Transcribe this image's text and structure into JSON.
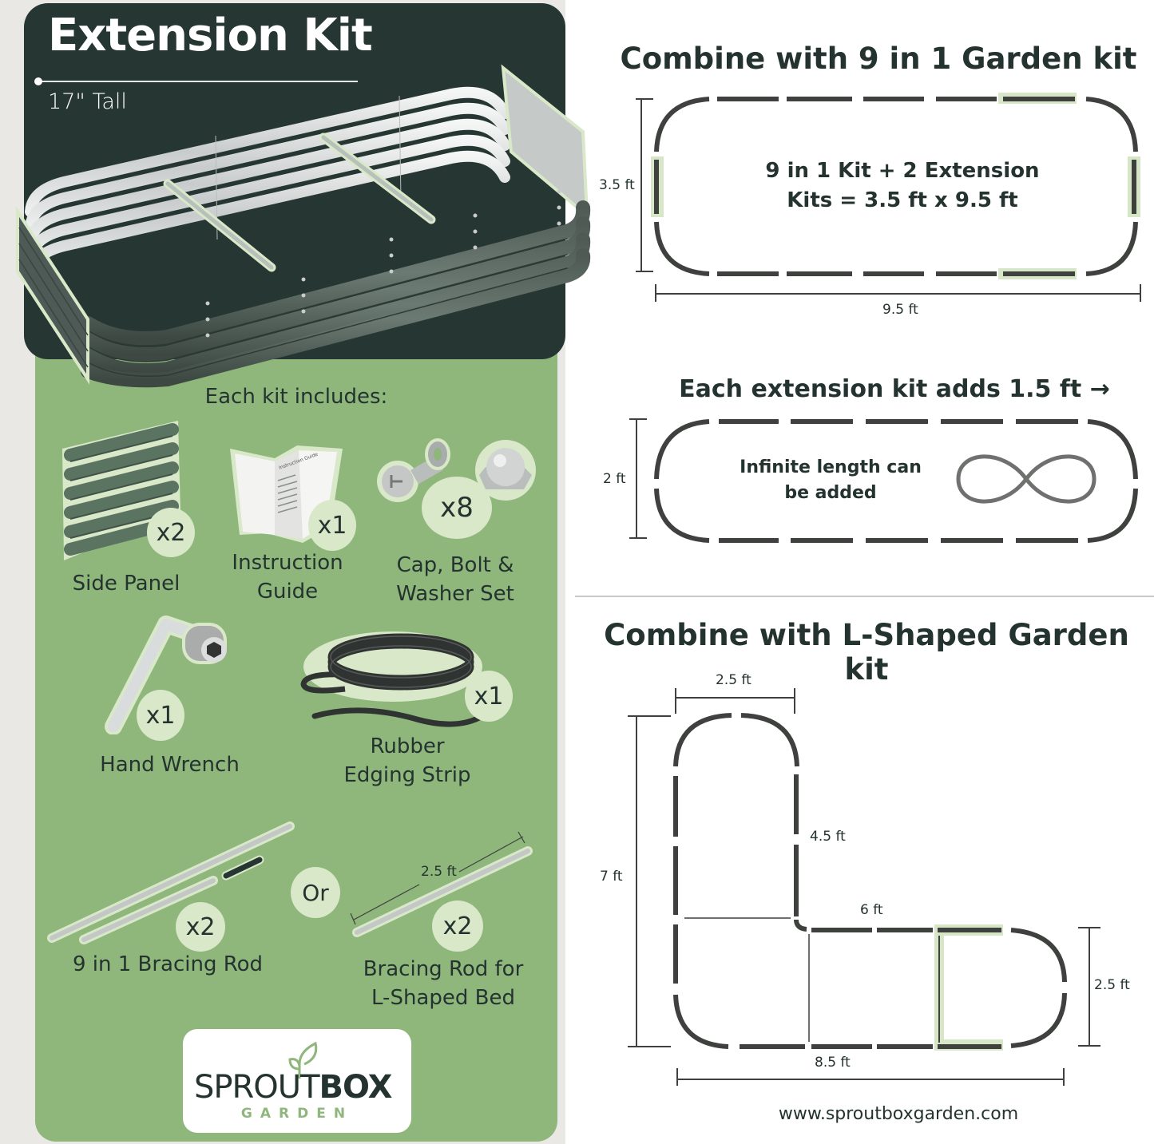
{
  "hero": {
    "title": "Extension Kit",
    "subtitle": "17\" Tall"
  },
  "includes": {
    "heading": "Each kit includes:",
    "items": [
      {
        "label_line1": "Side Panel",
        "label_line2": "",
        "qty": "x2",
        "icon": "side-panel-icon"
      },
      {
        "label_line1": "Instruction",
        "label_line2": "Guide",
        "qty": "x1",
        "icon": "instruction-guide-icon"
      },
      {
        "label_line1": "Cap, Bolt &",
        "label_line2": "Washer Set",
        "qty": "x8",
        "icon": "cap-bolt-washer-icon"
      },
      {
        "label_line1": "Hand Wrench",
        "label_line2": "",
        "qty": "x1",
        "icon": "hand-wrench-icon"
      },
      {
        "label_line1": "Rubber",
        "label_line2": "Edging Strip",
        "qty": "x1",
        "icon": "rubber-strip-icon"
      },
      {
        "label_line1": "9 in 1 Bracing Rod",
        "label_line2": "",
        "qty": "x2",
        "icon": "bracing-rod-icon"
      },
      {
        "label_line1": "Bracing Rod for",
        "label_line2": "L-Shaped Bed",
        "qty": "x2",
        "icon": "l-bracing-rod-icon",
        "rod_length": "2.5 ft"
      }
    ],
    "or_label": "Or",
    "guide_cover_text": "Instruction Guide"
  },
  "logo": {
    "word_light": "SPROUT",
    "word_bold": "BOX",
    "sub": "GARDEN"
  },
  "combine_9in1": {
    "title": "Combine with 9 in 1 Garden kit",
    "center_line1": "9 in 1 Kit + 2 Extension",
    "center_line2": "Kits  = 3.5 ft x 9.5 ft",
    "height_dim": "3.5 ft",
    "width_dim": "9.5 ft"
  },
  "each_extension": {
    "title": "Each extension kit adds 1.5 ft",
    "arrow": "→",
    "center_line1": "Infinite length can",
    "center_line2": "be added",
    "height_dim": "2 ft",
    "infinity": "∞"
  },
  "combine_l_shaped": {
    "title": "Combine with L-Shaped Garden kit",
    "dims": {
      "top_width": "2.5 ft",
      "arm_height": "4.5 ft",
      "total_height": "7 ft",
      "lower_top": "6 ft",
      "right_height": "2.5 ft",
      "total_width": "8.5 ft"
    }
  },
  "footer": {
    "url": "www.sproutboxgarden.com"
  },
  "colors": {
    "dark_green": "#263632",
    "panel_green": "#8fb77c",
    "badge_green": "#d8e8c8",
    "highlight_green": "#d7e6c6",
    "outline_gray": "#3f413f",
    "text": "#24332f"
  }
}
